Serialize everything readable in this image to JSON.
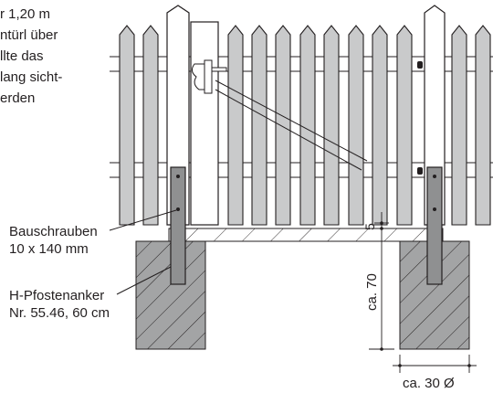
{
  "intro_text": {
    "line1": "r  1,20 m",
    "line2": "ntürl über",
    "line3": "llte das",
    "line4": "lang sicht-",
    "line5": "erden"
  },
  "labels": {
    "bolts_name": "Bauschrauben",
    "bolts_spec": "10 x 140 mm",
    "anchor_name": "H-Pfostenanker",
    "anchor_spec": "Nr. 55.46, 60 cm"
  },
  "dimensions": {
    "gap": "5",
    "depth": "ca. 70",
    "diameter": "ca. 30 Ø"
  },
  "colors": {
    "picket_fill": "#c9cacb",
    "post_fill": "#8f9091",
    "footing_fill": "#a3a4a5",
    "gate_fill": "#ffffff",
    "line": "#231f20"
  }
}
